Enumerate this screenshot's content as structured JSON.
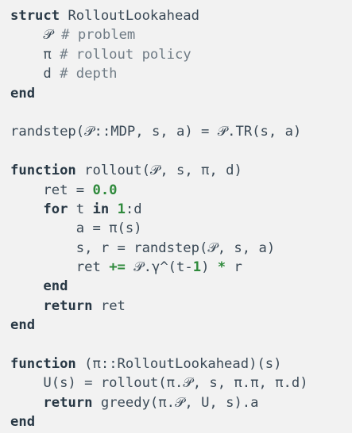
{
  "code_lines": [
    [
      {
        "t": "struct",
        "c": "kw"
      },
      {
        "t": " RolloutLookahead",
        "c": "sym"
      }
    ],
    [
      {
        "t": "    𝒫 ",
        "c": "sym"
      },
      {
        "t": "# problem",
        "c": "cm"
      }
    ],
    [
      {
        "t": "    π ",
        "c": "sym"
      },
      {
        "t": "# rollout policy",
        "c": "cm"
      }
    ],
    [
      {
        "t": "    d ",
        "c": "sym"
      },
      {
        "t": "# depth",
        "c": "cm"
      }
    ],
    [
      {
        "t": "end",
        "c": "kw"
      }
    ],
    [],
    [
      {
        "t": "randstep(𝒫::MDP, s, a) = 𝒫.TR(s, a)",
        "c": "sym"
      }
    ],
    [],
    [
      {
        "t": "function",
        "c": "kw"
      },
      {
        "t": " rollout(𝒫, s, π, d)",
        "c": "sym"
      }
    ],
    [
      {
        "t": "    ret = ",
        "c": "sym"
      },
      {
        "t": "0.0",
        "c": "num"
      }
    ],
    [
      {
        "t": "    ",
        "c": "sym"
      },
      {
        "t": "for",
        "c": "kw"
      },
      {
        "t": " t ",
        "c": "sym"
      },
      {
        "t": "in",
        "c": "kw"
      },
      {
        "t": " ",
        "c": "sym"
      },
      {
        "t": "1",
        "c": "num"
      },
      {
        "t": ":d",
        "c": "sym"
      }
    ],
    [
      {
        "t": "        a = π(s)",
        "c": "sym"
      }
    ],
    [
      {
        "t": "        s, r = randstep(𝒫, s, a)",
        "c": "sym"
      }
    ],
    [
      {
        "t": "        ret ",
        "c": "sym"
      },
      {
        "t": "+=",
        "c": "op"
      },
      {
        "t": " 𝒫.γ^(t-",
        "c": "sym"
      },
      {
        "t": "1",
        "c": "num"
      },
      {
        "t": ") ",
        "c": "sym"
      },
      {
        "t": "*",
        "c": "op"
      },
      {
        "t": " r",
        "c": "sym"
      }
    ],
    [
      {
        "t": "    ",
        "c": "sym"
      },
      {
        "t": "end",
        "c": "kw"
      }
    ],
    [
      {
        "t": "    ",
        "c": "sym"
      },
      {
        "t": "return",
        "c": "kw"
      },
      {
        "t": " ret",
        "c": "sym"
      }
    ],
    [
      {
        "t": "end",
        "c": "kw"
      }
    ],
    [],
    [
      {
        "t": "function",
        "c": "kw"
      },
      {
        "t": " (π::RolloutLookahead)(s)",
        "c": "sym"
      }
    ],
    [
      {
        "t": "    U(s) = rollout(π.𝒫, s, π.π, π.d)",
        "c": "sym"
      }
    ],
    [
      {
        "t": "    ",
        "c": "sym"
      },
      {
        "t": "return",
        "c": "kw"
      },
      {
        "t": " greedy(π.𝒫, U, s).a",
        "c": "sym"
      }
    ],
    [
      {
        "t": "end",
        "c": "kw"
      }
    ]
  ]
}
